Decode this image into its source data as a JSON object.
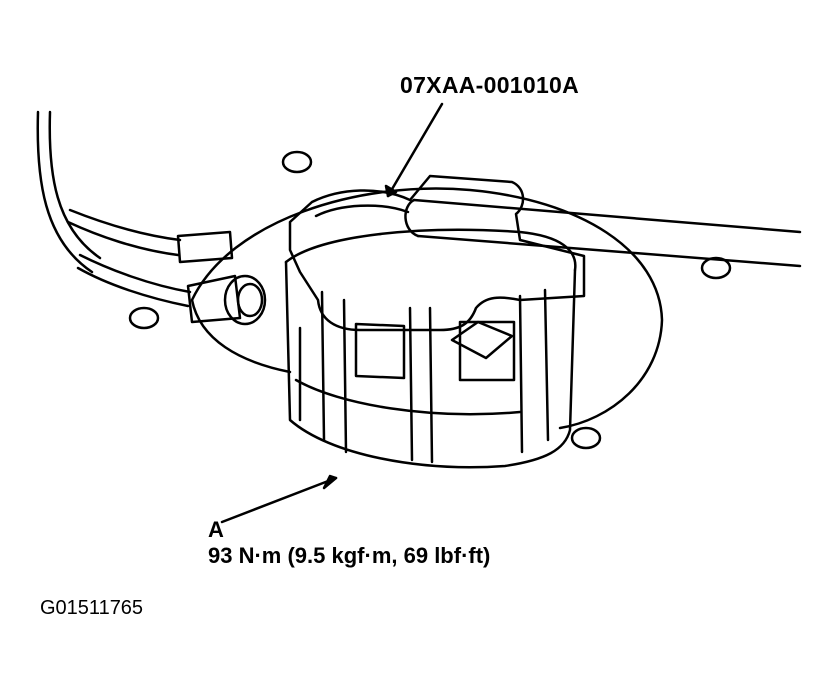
{
  "labels": {
    "tool_number": "07XAA-001010A",
    "part_letter": "A",
    "torque_spec": "93 N·m (9.5 kgf·m, 69 lbf·ft)",
    "figure_id": "G01511765"
  },
  "colors": {
    "ink": "#000000",
    "paper": "#ffffff"
  }
}
